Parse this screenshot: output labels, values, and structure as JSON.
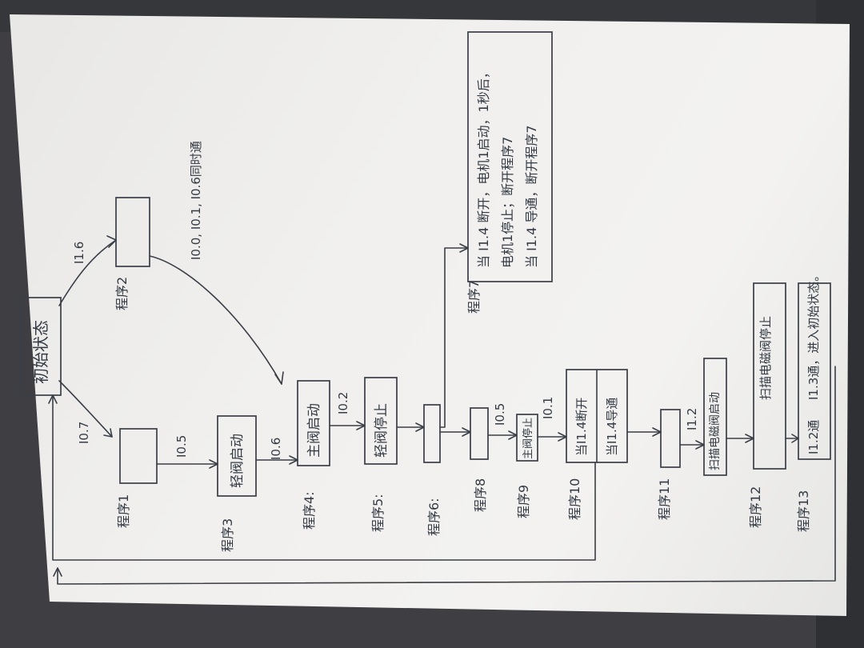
{
  "diagram": {
    "start_box": "初始状态",
    "step_labels": {
      "s1": "程序1",
      "s2": "程序2",
      "s3": "程序3",
      "s4": "程序4:",
      "s5": "程序5:",
      "s6": "程序6:",
      "s7": "程序7",
      "s8": "程序8",
      "s9": "程序9",
      "s10": "程序10",
      "s11": "程序11",
      "s12": "程序12",
      "s13": "程序13"
    },
    "step_box_text": {
      "s3": "轻阀启动",
      "s4": "主阀启动",
      "s5": "轻阀停止",
      "s9": "主阀停止",
      "s10": "当I1.4断开",
      "s10b": "当I1.4导通",
      "s12": "扫描电磁阀停止",
      "s12b": "扫描电磁阀启动",
      "s13": "I1.3通，进入初始状态。",
      "s13b": "I1.2通"
    },
    "transitions": {
      "t_start_s1": "I0.7",
      "t_start_s2": "I1.6",
      "t_s1_s3": "I0.5",
      "t_s2_s4": "I0.0, I0.1, I0.6同时通",
      "t_s3_s4": "I0.6",
      "t_s4_s5": "I0.2",
      "t_s8_s9": "I0.5",
      "t_s9_s10": "I0.1",
      "t_s11_s12": "I1.2"
    },
    "step7_note": {
      "line1": "当 I1.4 断开，电机1启动，1秒后，",
      "line2": "电机1停止；断开程序7",
      "line3": "当 I1.4 导通，断开程序7"
    }
  }
}
